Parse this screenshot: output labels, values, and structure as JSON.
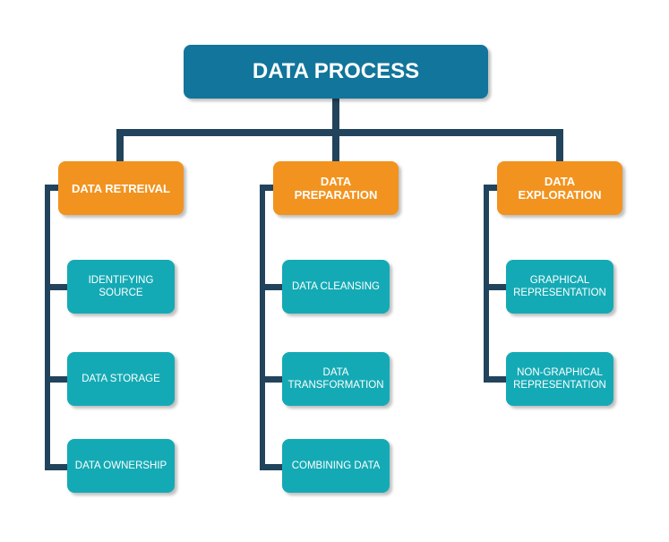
{
  "root": "DATA PROCESS",
  "categories": [
    {
      "label": "DATA RETREIVAL",
      "children": [
        "IDENTIFYING SOURCE",
        "DATA STORAGE",
        "DATA OWNERSHIP"
      ]
    },
    {
      "label": "DATA PREPARATION",
      "children": [
        "DATA CLEANSING",
        "DATA TRANSFORMATION",
        "COMBINING DATA"
      ]
    },
    {
      "label": "DATA EXPLORATION",
      "children": [
        "GRAPHICAL REPRESENTATION",
        "NON-GRAPHICAL REPRESENTATION"
      ]
    }
  ],
  "colors": {
    "root": "#12759b",
    "category": "#f2931f",
    "leaf": "#14aab5",
    "connector": "#22435c"
  }
}
